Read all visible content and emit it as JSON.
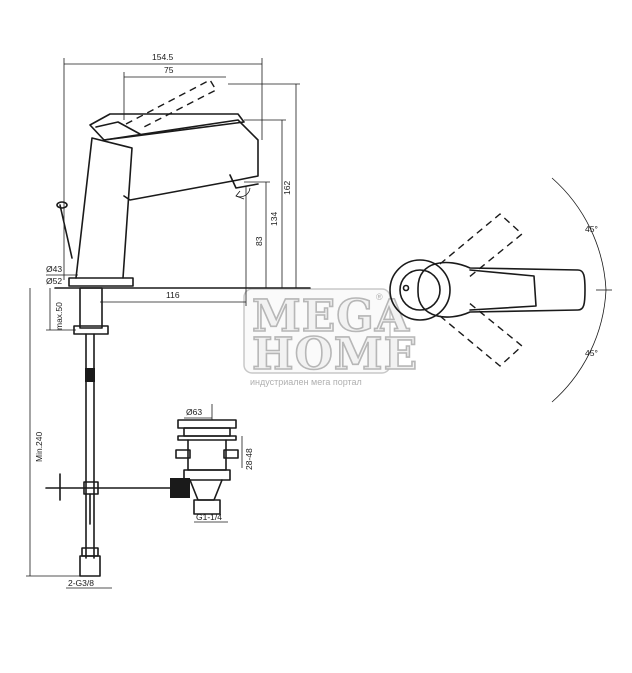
{
  "dimensions": {
    "overall_length": "154.5",
    "handle_length": "75",
    "total_height": "162",
    "lever_height": "134",
    "outlet_height": "83",
    "spout_reach": "116",
    "base_diameter_inner": "Ø43",
    "base_diameter_outer": "Ø52",
    "deck_thickness": "max.50",
    "hose_length": "Min.240",
    "hose_connection": "2-G3/8",
    "waste_top_diameter": "Ø63",
    "waste_height": "28-48",
    "waste_thread": "G1-1/4",
    "rotation_angle_upper": "45°",
    "rotation_angle_lower": "45°"
  },
  "watermark": {
    "line1": "MEGA",
    "line2": "HOME",
    "registered": "®",
    "tagline": "индустриален мега портал"
  }
}
